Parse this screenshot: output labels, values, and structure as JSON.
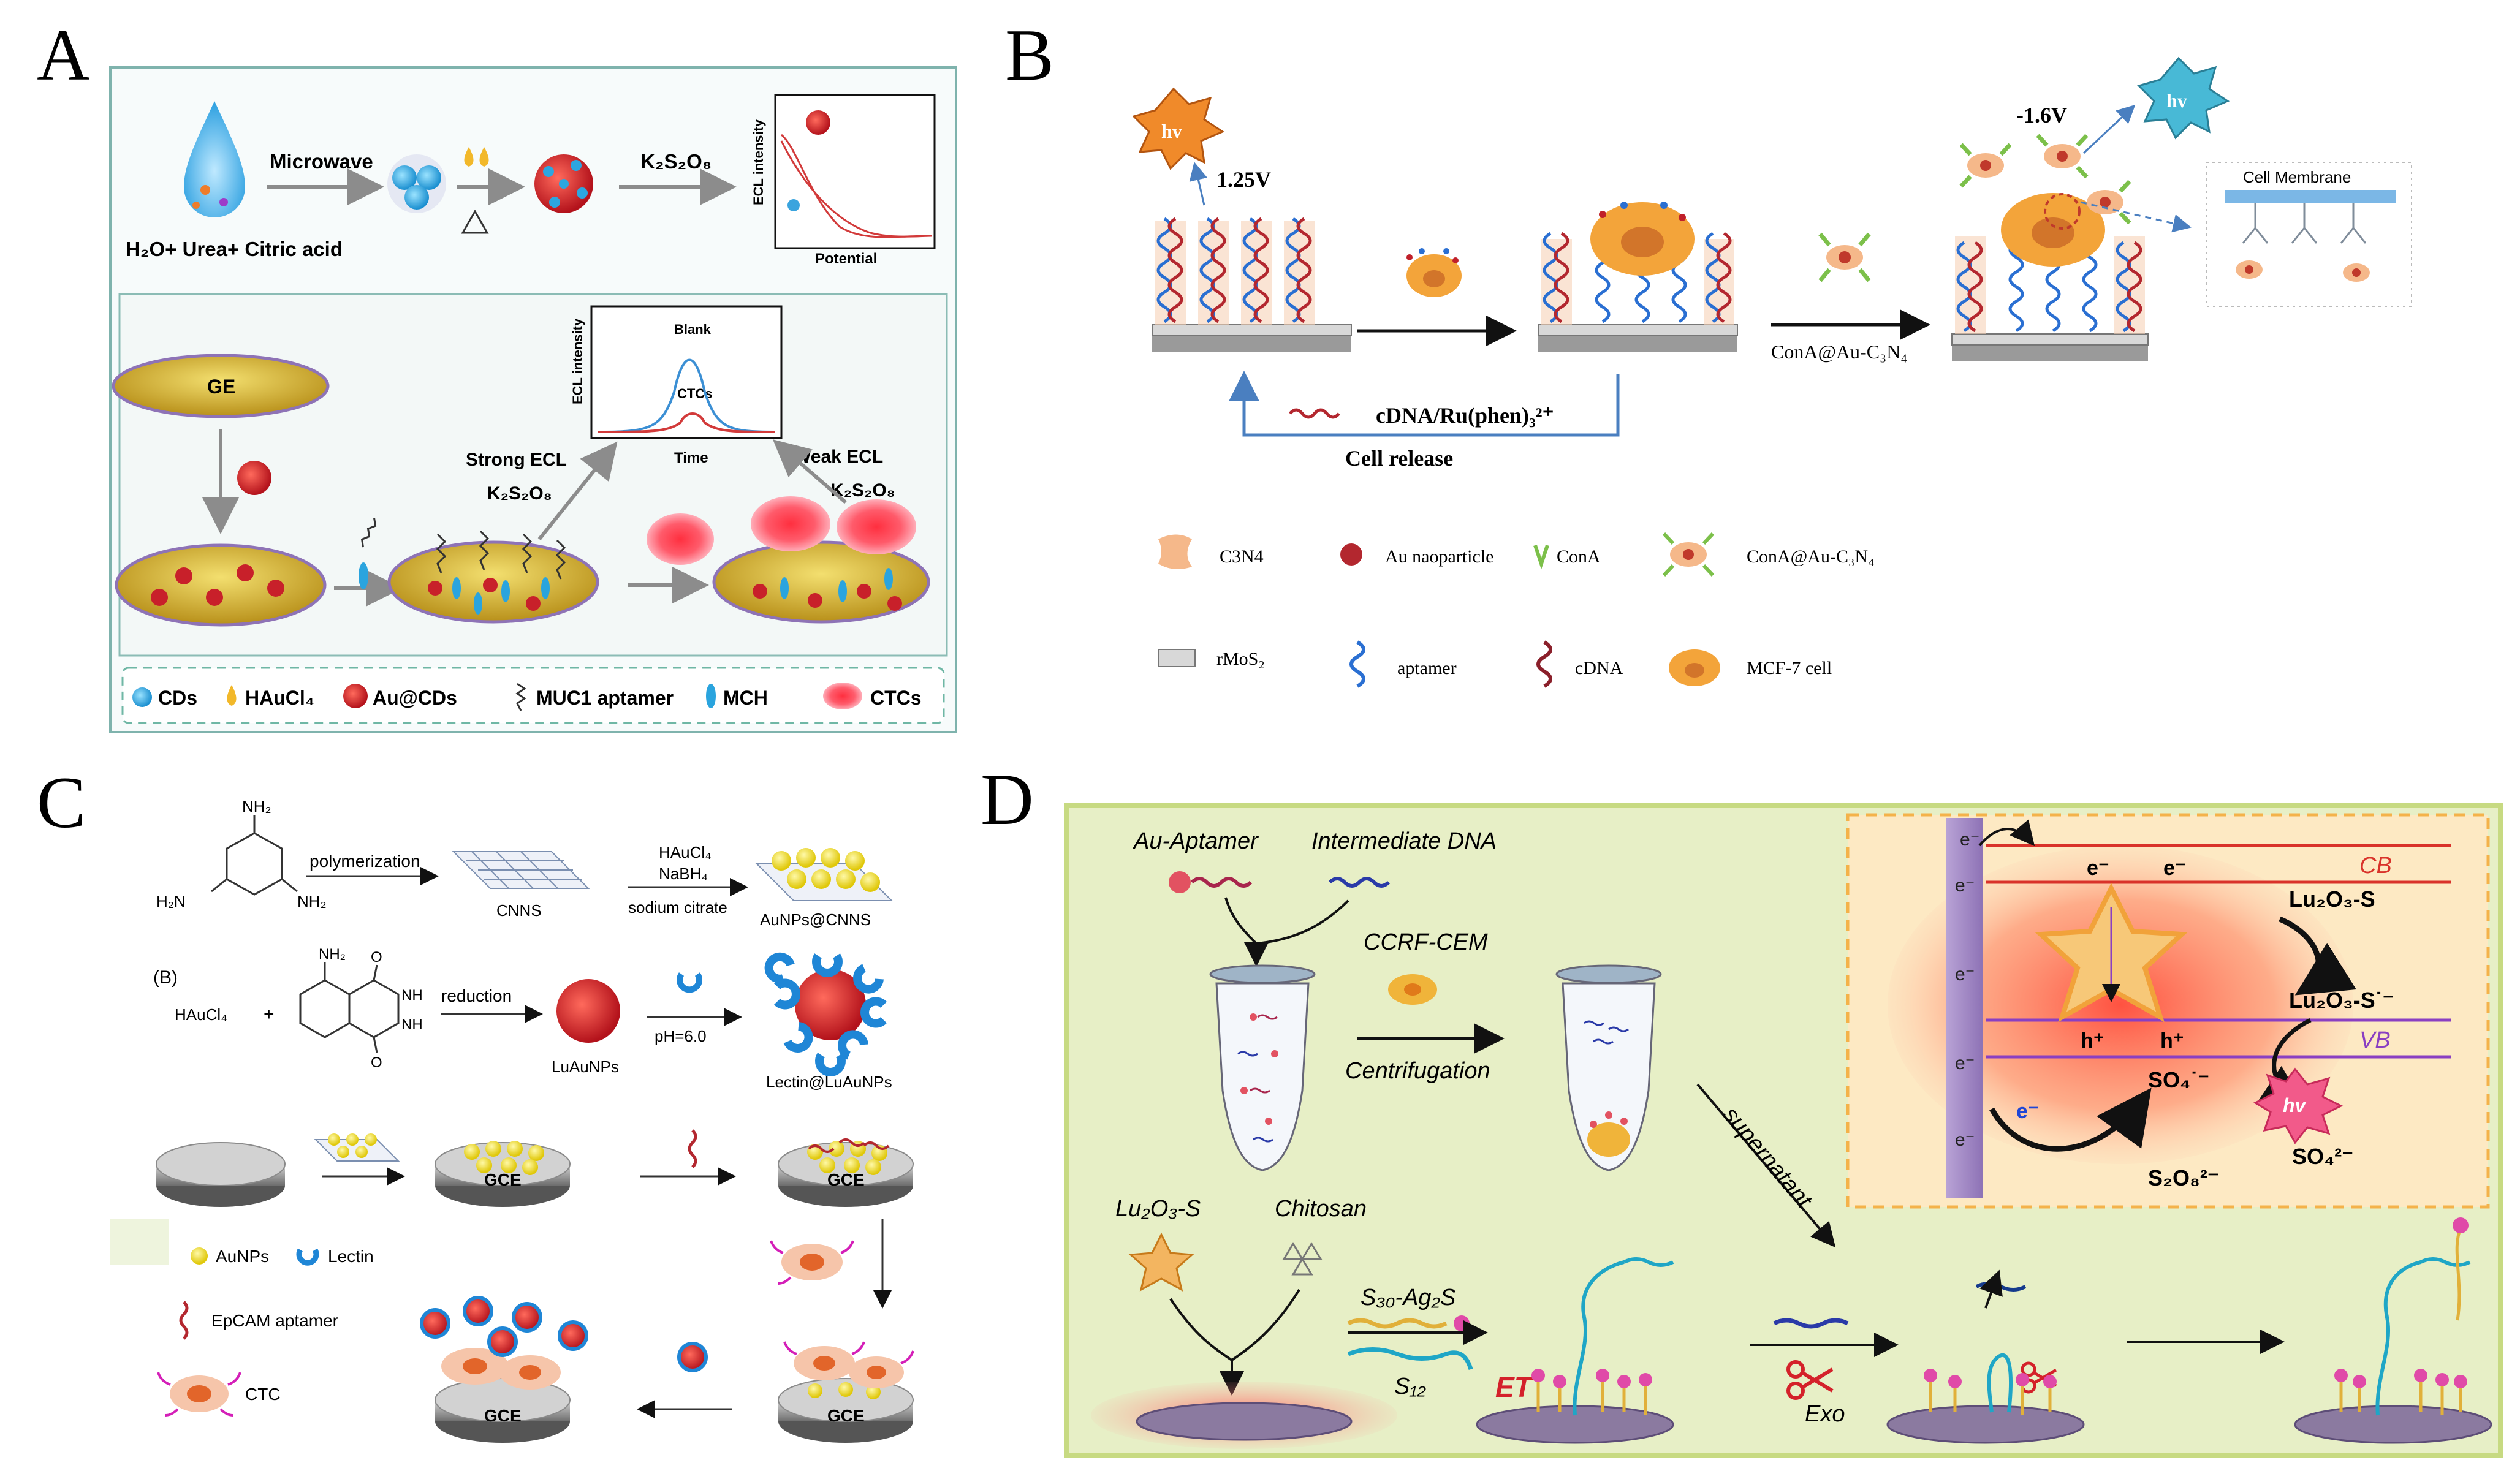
{
  "colors": {
    "panelA_bg": "#f7fbfb",
    "panelA_border": "#7fb3ad",
    "gold": "#c9a227",
    "purple": "#9b6ed1",
    "redNP": "#d0232a",
    "cyan": "#1fa6dd",
    "blueArrow": "#4a7fc0",
    "panelD_bg": "#e7efc6",
    "panelD_border": "#c7da82",
    "dashedOrange": "#f4b24a",
    "cbRed": "#d9322a",
    "vbPurple": "#8a3fc2"
  },
  "panelA": {
    "label": "A",
    "reagents": "H₂O+ Urea+ Citric acid",
    "microwave": "Microwave",
    "k2s2o8": "K₂S₂O₈",
    "ecl_axis": "ECL intensity",
    "potential": "Potential",
    "ge": "GE",
    "blank": "Blank",
    "ctcs": "CTCs",
    "time": "Time",
    "strong": "Strong ECL",
    "strong_k": "K₂S₂O₈",
    "weak": "Weak ECL",
    "weak_k": "K₂S₂O₈",
    "legend": [
      "CDs",
      "HAuCl₄",
      "Au@CDs",
      "MUC1 aptamer",
      "MCH",
      "CTCs"
    ]
  },
  "panelB": {
    "label": "B",
    "hv_left": "hv",
    "v_left": "1.25V",
    "hv_right": "hv",
    "v_right": "-1.6V",
    "cell_membrane": "Cell Membrane",
    "cdna_ru": "cDNA/Ru(phen)₃²⁺",
    "cell_release": "Cell release",
    "conjugate": "ConA@Au-C₃N₄",
    "legend": [
      "C3N4",
      "Au naoparticle",
      "ConA",
      "ConA@Au-C₃N₄",
      "rMoS₂",
      "aptamer",
      "cDNA",
      "MCF-7 cell"
    ]
  },
  "panelC": {
    "label": "C",
    "nh2_top": "NH₂",
    "h2n_left": "H₂N",
    "nh2_right": "NH₂",
    "polymerization": "polymerization",
    "cnns": "CNNS",
    "reagent1": "HAuCl₄",
    "reagent2": "NaBH₄",
    "reagent3": "sodium citrate",
    "aunps_cnns": "AuNPs@CNNS",
    "sub_b": "(B)",
    "haucl4": "HAuCl₄",
    "plus": "+",
    "nh2_lum": "NH₂",
    "nh_1": "NH",
    "nh_2": "NH",
    "o_top": "O",
    "o_bottom": "O",
    "reduction": "reduction",
    "luaunps": "LuAuNPs",
    "ph": "pH=6.0",
    "lectin_lu": "Lectin@LuAuNPs",
    "gce": "GCE",
    "legend": [
      "AuNPs",
      "Lectin",
      "EpCAM aptamer",
      "CTC"
    ]
  },
  "panelD": {
    "label": "D",
    "au_aptamer": "Au-Aptamer",
    "intermediate": "Intermediate DNA",
    "ccrf": "CCRF-CEM",
    "centrifugation": "Centrifugation",
    "supernatant": "supernatant",
    "lu2o3": "Lu₂O₃-S",
    "chitosan": "Chitosan",
    "s30": "S₃₀-Ag₂S",
    "s12": "S₁₂",
    "et": "ET",
    "exo": "Exo",
    "cb": "CB",
    "vb": "VB",
    "e_minus": "e⁻",
    "h_plus": "h⁺",
    "lu_s": "Lu₂O₃-S",
    "lu_s_rad": "Lu₂O₃-S˙⁻",
    "so4_rad": "SO₄˙⁻",
    "so4": "SO₄²⁻",
    "s2o8": "S₂O₈²⁻",
    "hv": "hv"
  }
}
